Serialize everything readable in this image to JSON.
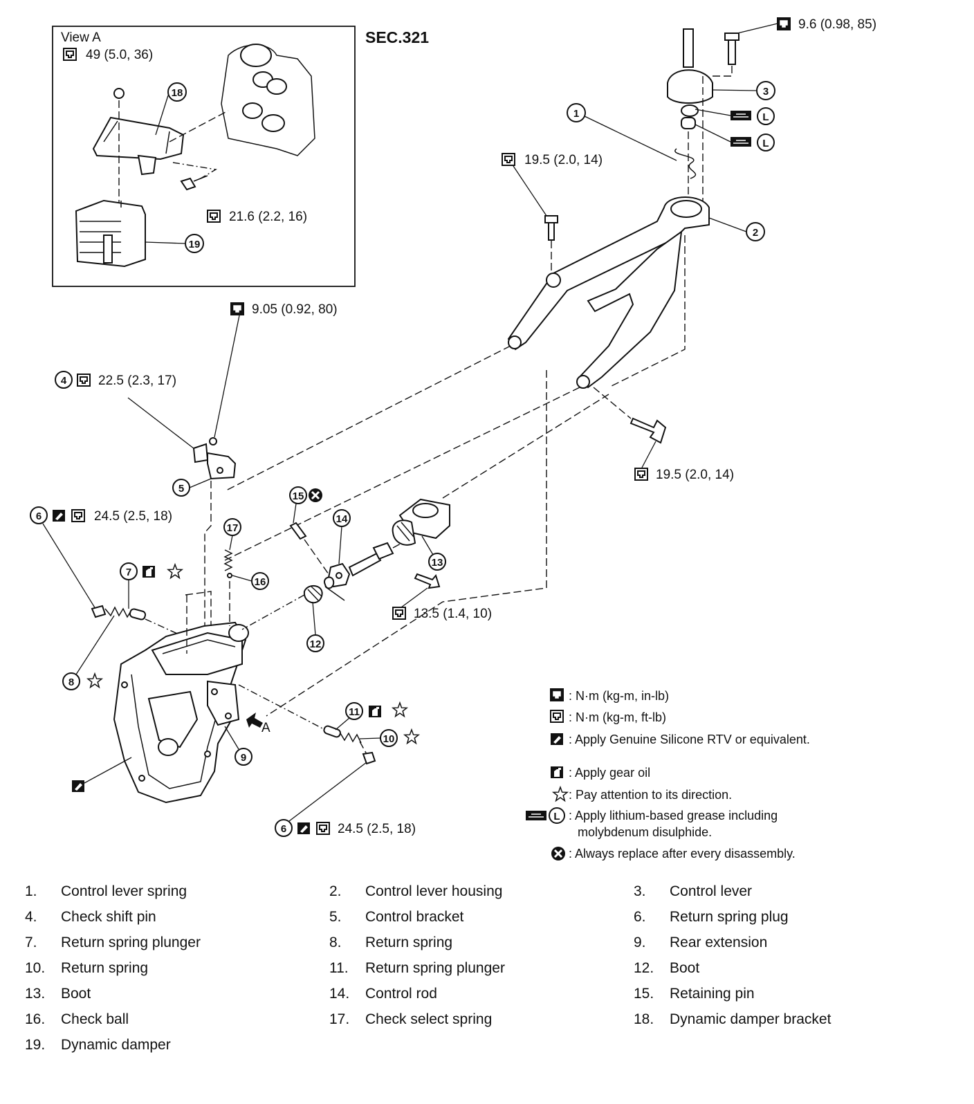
{
  "section": "SEC.321",
  "view_a": {
    "title": "View A",
    "torque_nut": "49 (5.0, 36)",
    "torque_bolt": "21.6 (2.2, 16)",
    "callout_18": "18",
    "callout_19": "19"
  },
  "torques": {
    "control_lever_bolt": "9.6 (0.98, 85)",
    "housing_bolt_top": "19.5 (2.0, 14)",
    "housing_bolt_right": "19.5 (2.0, 14)",
    "bracket_bolt": "9.05 (0.92, 80)",
    "check_shift_pin": "22.5 (2.3, 17)",
    "return_spring_plug_top": "24.5 (2.5, 18)",
    "return_spring_plug_bottom": "24.5 (2.5, 18)",
    "control_rod_bolt": "13.5 (1.4, 10)"
  },
  "callouts": {
    "c1": "1",
    "c2": "2",
    "c3": "3",
    "c4": "4",
    "c5": "5",
    "c6a": "6",
    "c6b": "6",
    "c7": "7",
    "c8": "8",
    "c9": "9",
    "c10": "10",
    "c11": "11",
    "c12": "12",
    "c13": "13",
    "c14": "14",
    "c15": "15",
    "c16": "16",
    "c17": "17",
    "grease": "L",
    "view_arrow": "A"
  },
  "legend": [
    {
      "symbol": "torque-in-lb-icon",
      "text": ": N·m (kg-m, in-lb)"
    },
    {
      "symbol": "torque-ft-lb-icon",
      "text": ": N·m (kg-m, ft-lb)"
    },
    {
      "symbol": "sealant-icon",
      "text": ": Apply Genuine Silicone RTV or equivalent."
    },
    {
      "symbol": "gear-oil-icon",
      "text": ": Apply gear oil"
    },
    {
      "symbol": "star-icon",
      "text": ": Pay attention to its direction."
    },
    {
      "symbol": "lithium-grease-icon",
      "text": ": Apply lithium-based grease including"
    },
    {
      "symbol": "",
      "text": "molybdenum disulphide."
    },
    {
      "symbol": "replace-icon",
      "text": ": Always replace after every disassembly."
    }
  ],
  "parts": [
    {
      "num": "1.",
      "name": "Control lever spring"
    },
    {
      "num": "2.",
      "name": "Control lever housing"
    },
    {
      "num": "3.",
      "name": "Control lever"
    },
    {
      "num": "4.",
      "name": "Check shift pin"
    },
    {
      "num": "5.",
      "name": "Control bracket"
    },
    {
      "num": "6.",
      "name": "Return spring plug"
    },
    {
      "num": "7.",
      "name": "Return spring plunger"
    },
    {
      "num": "8.",
      "name": "Return spring"
    },
    {
      "num": "9.",
      "name": "Rear extension"
    },
    {
      "num": "10.",
      "name": "Return spring"
    },
    {
      "num": "11.",
      "name": "Return spring plunger"
    },
    {
      "num": "12.",
      "name": "Boot"
    },
    {
      "num": "13.",
      "name": "Boot"
    },
    {
      "num": "14.",
      "name": "Control rod"
    },
    {
      "num": "15.",
      "name": "Retaining pin"
    },
    {
      "num": "16.",
      "name": "Check ball"
    },
    {
      "num": "17.",
      "name": "Check select spring"
    },
    {
      "num": "18.",
      "name": "Dynamic damper bracket"
    },
    {
      "num": "19.",
      "name": "Dynamic damper"
    }
  ]
}
